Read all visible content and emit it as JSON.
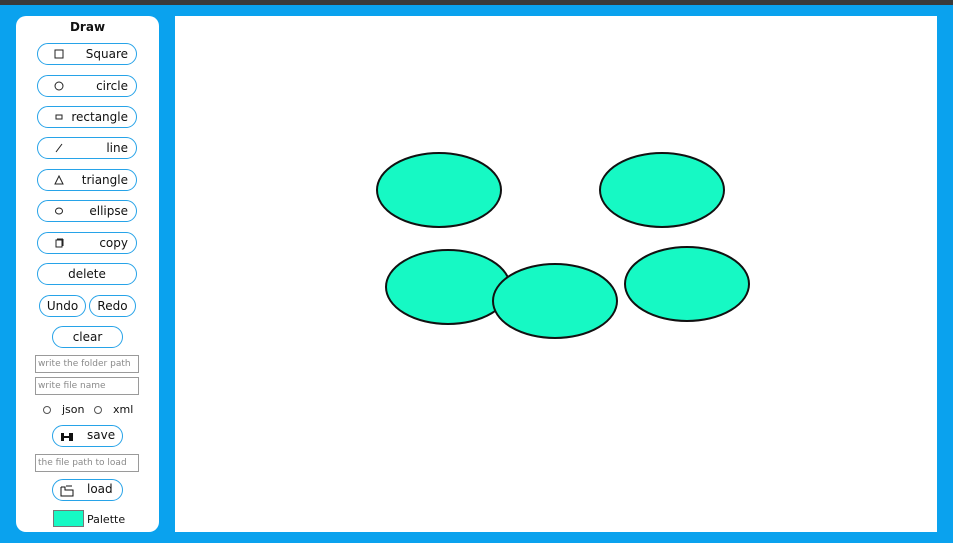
{
  "sidebar": {
    "title": "Draw",
    "tools": [
      {
        "id": "square",
        "label": "Square",
        "icon": "square-icon"
      },
      {
        "id": "circle",
        "label": "circle",
        "icon": "circle-icon"
      },
      {
        "id": "rectangle",
        "label": "rectangle",
        "icon": "rectangle-icon"
      },
      {
        "id": "line",
        "label": "line",
        "icon": "line-icon"
      },
      {
        "id": "triangle",
        "label": "triangle",
        "icon": "triangle-icon"
      },
      {
        "id": "ellipse",
        "label": "ellipse",
        "icon": "ellipse-icon"
      },
      {
        "id": "copy",
        "label": "copy",
        "icon": "copy-icon"
      }
    ],
    "delete_label": "delete",
    "undo_label": "Undo",
    "redo_label": "Redo",
    "clear_label": "clear",
    "folder_path_placeholder": "write the folder path",
    "file_name_placeholder": "write file name",
    "format_options": [
      "json",
      "xml"
    ],
    "save_label": "save",
    "load_path_placeholder": "the file path to load",
    "load_label": "load",
    "palette_label": "Palette",
    "palette_color": "#16f9c4"
  },
  "canvas": {
    "shapes": [
      {
        "type": "ellipse",
        "fill": "#16f9c4",
        "stroke": "#111111"
      },
      {
        "type": "ellipse",
        "fill": "#16f9c4",
        "stroke": "#111111"
      },
      {
        "type": "ellipse",
        "fill": "#16f9c4",
        "stroke": "#111111"
      },
      {
        "type": "ellipse",
        "fill": "#16f9c4",
        "stroke": "#111111"
      },
      {
        "type": "ellipse",
        "fill": "#16f9c4",
        "stroke": "#111111"
      }
    ]
  },
  "colors": {
    "background": "#0aa2ee",
    "button_border": "#27a3e8",
    "shape_fill": "#16f9c4"
  }
}
